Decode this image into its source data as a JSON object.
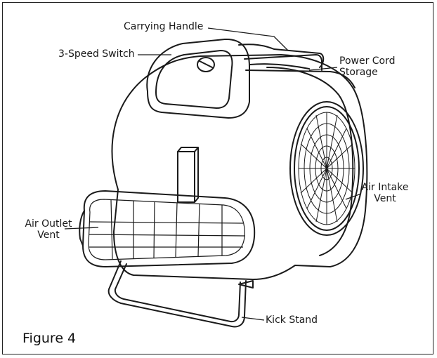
{
  "figure_label": "Figure 4",
  "labels": {
    "carrying_handle": "Carrying Handle",
    "speed_switch": "3-Speed Switch",
    "power_cord_line1": "Power Cord",
    "power_cord_line2": "Storage",
    "air_intake_line1": "Air Intake",
    "air_intake_line2": "Vent",
    "air_outlet_line1": "Air Outlet",
    "air_outlet_line2": "Vent",
    "kick_stand": "Kick Stand"
  },
  "colors": {
    "line": "#1a1a1a",
    "background": "#ffffff"
  }
}
